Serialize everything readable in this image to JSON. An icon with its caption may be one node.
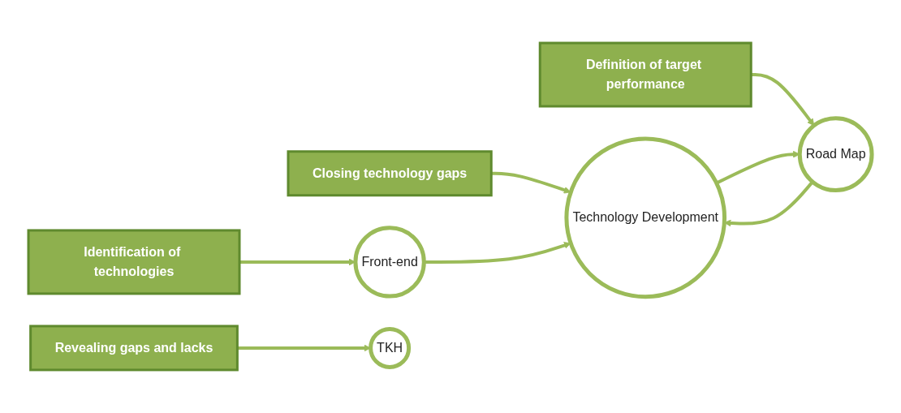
{
  "diagram": {
    "nodes": [
      {
        "text": [
          "Identification of technologies"
        ]
      },
      {
        "text": [
          "Revealing gaps and lacks"
        ]
      },
      {
        "text": [
          "Closing technology gaps"
        ]
      },
      {
        "text": [
          "Definition of target performance"
        ]
      },
      {
        "text": [
          "Front-end"
        ]
      },
      {
        "text": [
          "TKH"
        ]
      },
      {
        "text": [
          "Technology Development"
        ]
      },
      {
        "text": [
          "Road Map"
        ]
      }
    ],
    "edges": [
      {
        "from": 0,
        "to": 4,
        "arrow": "to"
      },
      {
        "from": 1,
        "to": 5,
        "arrow": "to"
      },
      {
        "from": 2,
        "to": 6,
        "arrow": "to"
      },
      {
        "from": 3,
        "to": 7,
        "arrow": "to"
      },
      {
        "from": 4,
        "to": 6,
        "arrow": "to"
      },
      {
        "from": 7,
        "to": 6,
        "arrow": "to"
      },
      {
        "from": 6,
        "to": 7,
        "arrow": "to"
      }
    ]
  }
}
